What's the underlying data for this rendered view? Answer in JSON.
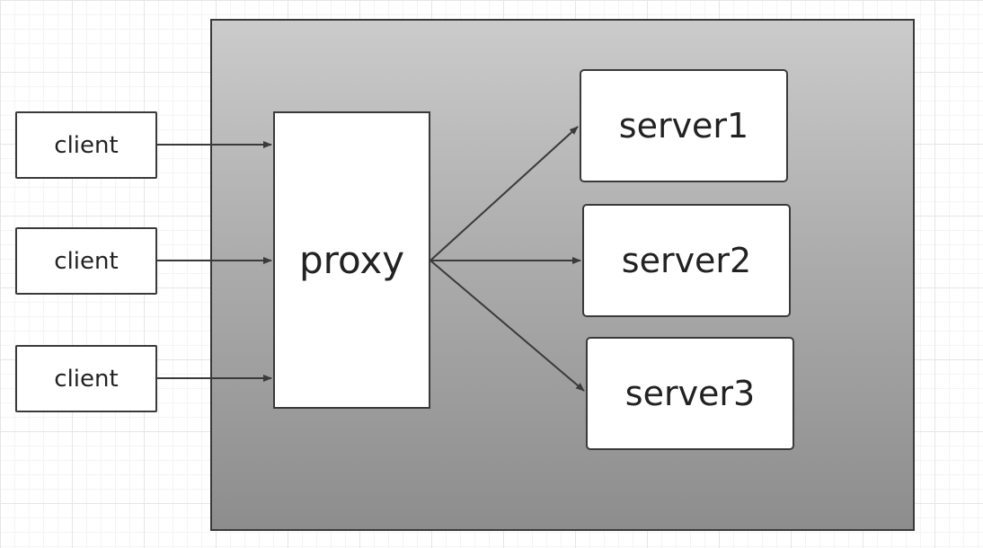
{
  "clients": [
    {
      "label": "client"
    },
    {
      "label": "client"
    },
    {
      "label": "client"
    }
  ],
  "proxy": {
    "label": "proxy"
  },
  "servers": [
    {
      "label": "server1"
    },
    {
      "label": "server2"
    },
    {
      "label": "server3"
    }
  ],
  "colors": {
    "stroke": "#3a3a3a",
    "container_top": "#cbcbcb",
    "container_bottom": "#8d8d8d",
    "box_fill": "#ffffff"
  }
}
